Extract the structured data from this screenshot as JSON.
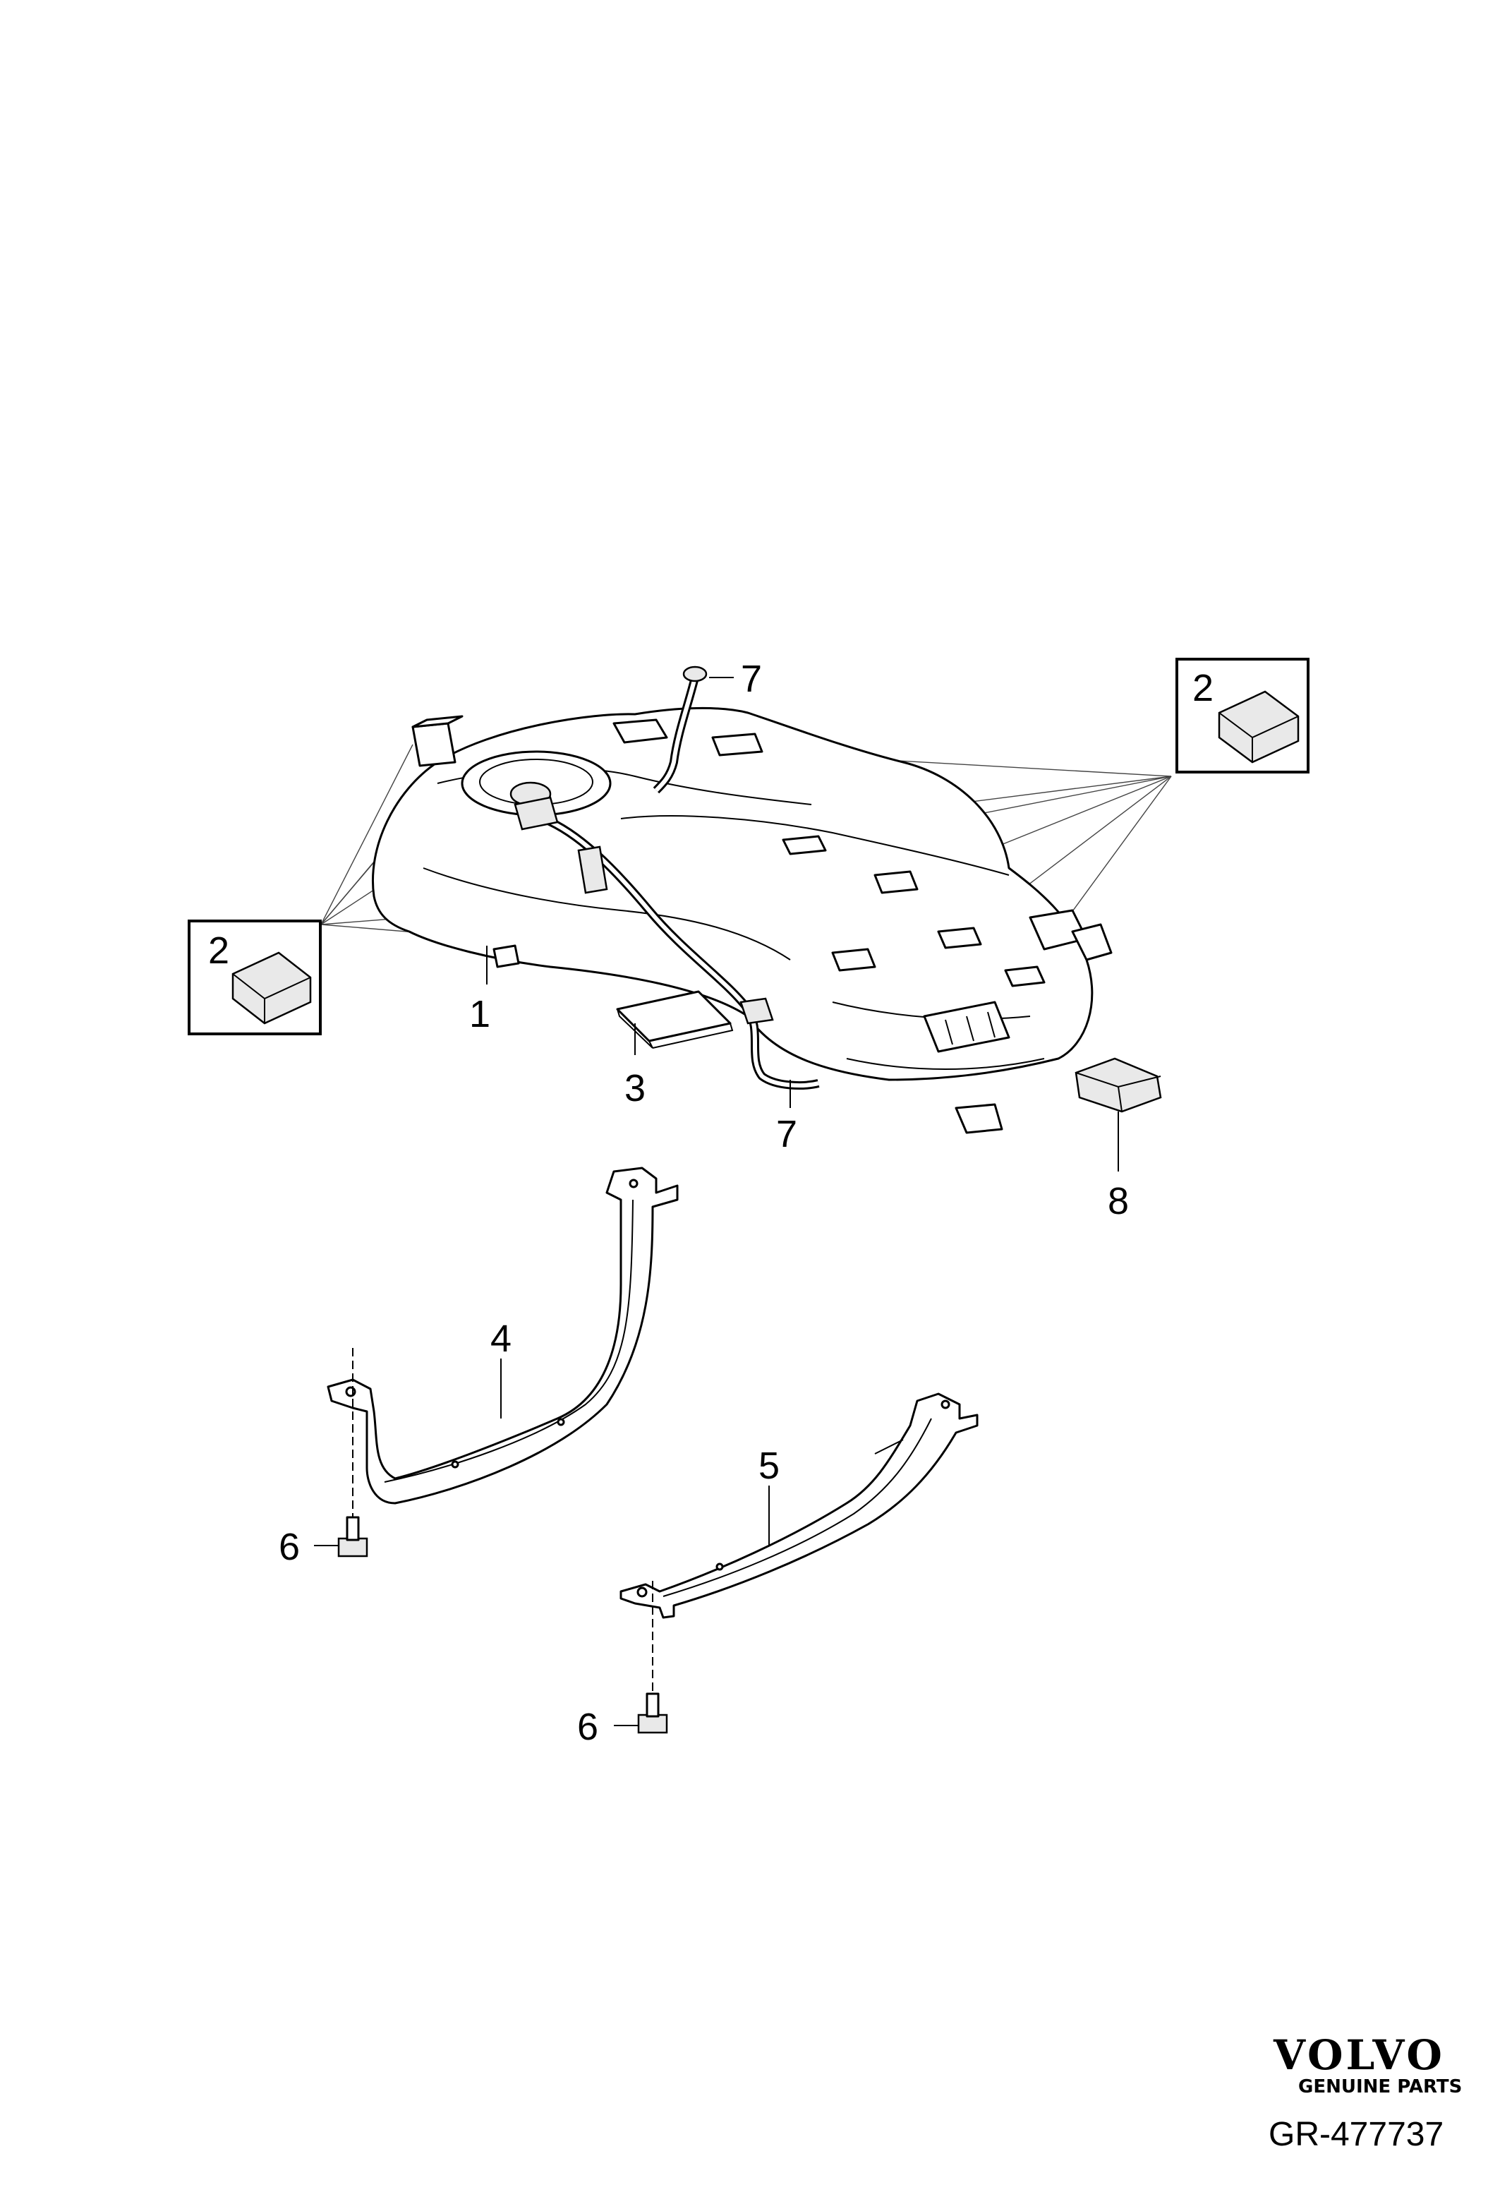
{
  "callouts": {
    "c1": "1",
    "c2_left": "2",
    "c2_right": "2",
    "c3": "3",
    "c4": "4",
    "c5": "5",
    "c6_left": "6",
    "c6_bottom": "6",
    "c7_top": "7",
    "c7_bottom": "7",
    "c8": "8"
  },
  "branding": {
    "logo_word": "VOLVO",
    "logo_sub": "GENUINE PARTS",
    "reference": "GR-477737"
  }
}
